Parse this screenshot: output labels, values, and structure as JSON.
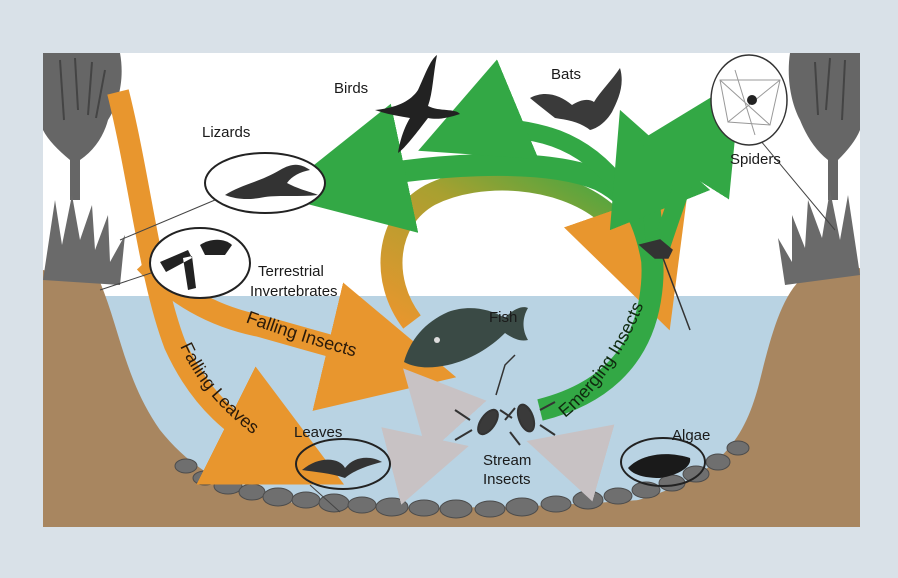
{
  "labels": {
    "birds": "Birds",
    "bats": "Bats",
    "lizards": "Lizards",
    "spiders": "Spiders",
    "terrestrial_1": "Terrestrial",
    "terrestrial_2": "Invertebrates",
    "fish": "Fish",
    "leaves": "Leaves",
    "stream_1": "Stream",
    "stream_2": "Insects",
    "algae": "Algae"
  },
  "flows": {
    "falling_insects": "Falling Insects",
    "falling_leaves": "Falling Leaves",
    "emerging_insects": "Emerging Insects"
  },
  "colors": {
    "frame": "#d9e1e8",
    "sky": "#ffffff",
    "water": "#b9d3e3",
    "soil": "#a88660",
    "orange": "#e8962e",
    "green": "#33a845",
    "stone": "#6f6f6f"
  }
}
